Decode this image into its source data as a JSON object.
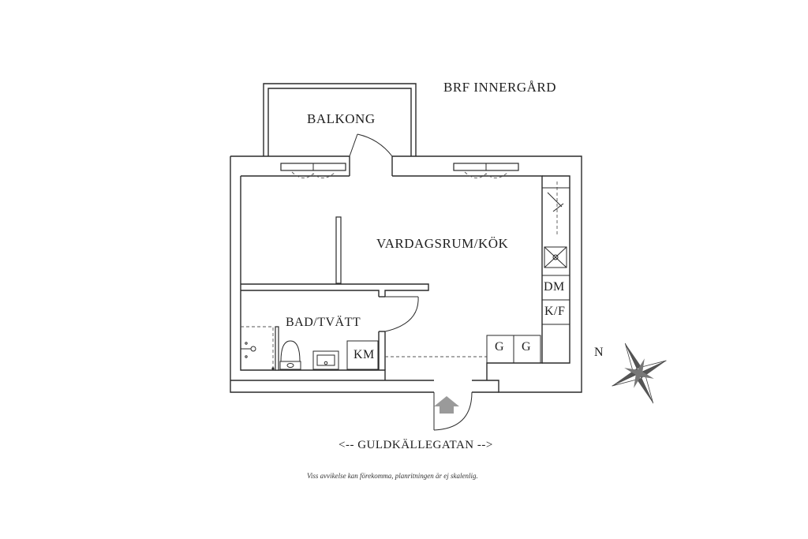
{
  "labels": {
    "association": "BRF INNERGÅRD",
    "balcony": "BALKONG",
    "living_kitchen": "VARDAGSRUM/KÖK",
    "bath_laundry": "BAD/TVÄTT",
    "dishwasher": "DM",
    "fridge_freezer": "K/F",
    "washing_machine": "KM",
    "stove_left": "G",
    "stove_right": "G",
    "north": "N",
    "street": "<-- GULDKÄLLEGATAN -->",
    "disclaimer": "Viss avvikelse kan förekomma, planritningen är ej skalenlig."
  },
  "colors": {
    "wall_stroke": "#2a2a2a",
    "entrance_arrow": "#9a9a9a"
  }
}
